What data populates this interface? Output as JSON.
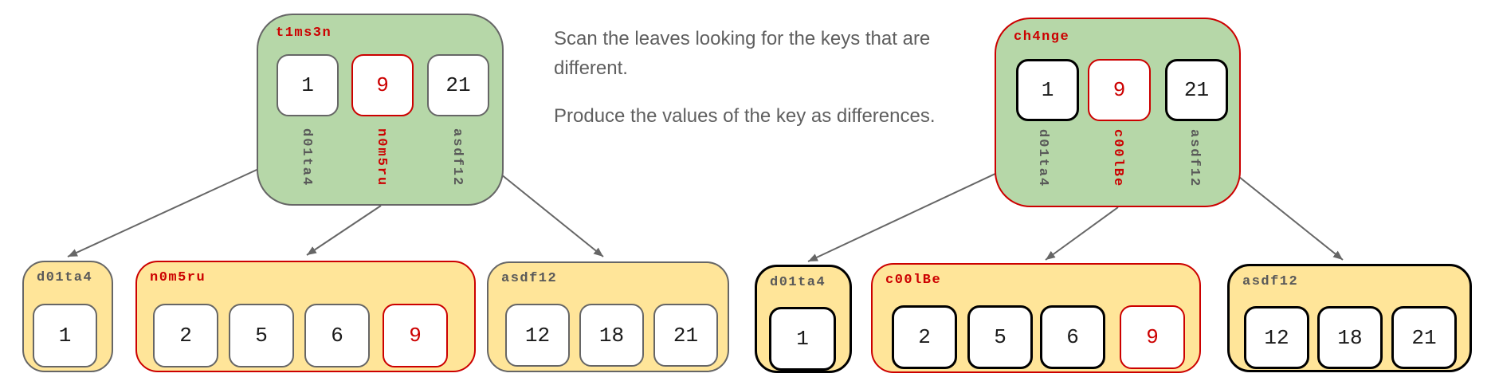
{
  "instructions": {
    "para1": "Scan the leaves looking for the keys that are different.",
    "para2": "Produce the values of the key as differences."
  },
  "left_tree": {
    "root": {
      "title": "t1ms3n",
      "entries": [
        {
          "value": "1",
          "key": "d01ta4",
          "changed": false
        },
        {
          "value": "9",
          "key": "n0m5ru",
          "changed": true
        },
        {
          "value": "21",
          "key": "asdf12",
          "changed": false
        }
      ]
    },
    "leaves": [
      {
        "title": "d01ta4",
        "changed": false,
        "values": [
          {
            "v": "1",
            "changed": false
          }
        ]
      },
      {
        "title": "n0m5ru",
        "changed": true,
        "values": [
          {
            "v": "2",
            "changed": false
          },
          {
            "v": "5",
            "changed": false
          },
          {
            "v": "6",
            "changed": false
          },
          {
            "v": "9",
            "changed": true
          }
        ]
      },
      {
        "title": "asdf12",
        "changed": false,
        "values": [
          {
            "v": "12",
            "changed": false
          },
          {
            "v": "18",
            "changed": false
          },
          {
            "v": "21",
            "changed": false
          }
        ]
      }
    ]
  },
  "right_tree": {
    "root": {
      "title": "ch4nge",
      "entries": [
        {
          "value": "1",
          "key": "d01ta4",
          "changed": false
        },
        {
          "value": "9",
          "key": "c00lBe",
          "changed": true
        },
        {
          "value": "21",
          "key": "asdf12",
          "changed": false
        }
      ]
    },
    "leaves": [
      {
        "title": "d01ta4",
        "changed": false,
        "values": [
          {
            "v": "1",
            "changed": false
          }
        ]
      },
      {
        "title": "c00lBe",
        "changed": true,
        "values": [
          {
            "v": "2",
            "changed": false
          },
          {
            "v": "5",
            "changed": false
          },
          {
            "v": "6",
            "changed": false
          },
          {
            "v": "9",
            "changed": true
          }
        ]
      },
      {
        "title": "asdf12",
        "changed": false,
        "values": [
          {
            "v": "12",
            "changed": false
          },
          {
            "v": "18",
            "changed": false
          },
          {
            "v": "21",
            "changed": false
          }
        ]
      }
    ]
  },
  "colors": {
    "root_fill_green": "#b6d7a8",
    "leaf_fill_yellow": "#ffe599",
    "highlight_red": "#cc0000",
    "border_gray": "#666666",
    "border_black": "#000000",
    "label_gray": "#595959",
    "body_text_gray": "#5f5f5f",
    "arrow_gray": "#666666"
  }
}
